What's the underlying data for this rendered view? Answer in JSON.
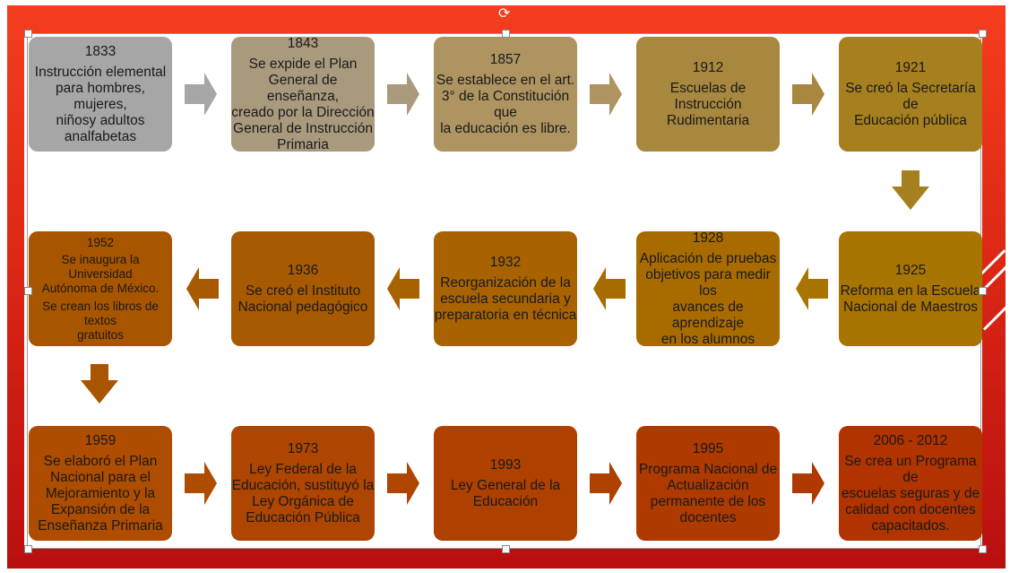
{
  "boxes": [
    {
      "year": "1833",
      "text": [
        "Instrucción elemental",
        "para hombres, mujeres,",
        "niñosy adultos",
        "analfabetas"
      ],
      "color": "#a6a6a6"
    },
    {
      "year": "1843",
      "text": [
        "Se expide el Plan",
        "General de enseñanza,",
        "creado por la Dirección",
        "General de Instrucción",
        "Primaria"
      ],
      "color": "#a99a7e"
    },
    {
      "year": "1857",
      "text": [
        "Se establece en el art.",
        "3° de la Constitución que",
        "la educación es libre."
      ],
      "color": "#ae9461"
    },
    {
      "year": "1912",
      "text": [
        "Escuelas de Instrucción",
        "Rudimentaria"
      ],
      "color": "#a8873f"
    },
    {
      "year": "1921",
      "text": [
        "Se creó la Secretaría de",
        "Educación pública"
      ],
      "color": "#a67f1f"
    },
    {
      "year": "1925",
      "text": [
        "Reforma en la Escuela",
        "Nacional de Maestros"
      ],
      "color": "#a87402"
    },
    {
      "year": "1928",
      "text": [
        "Aplicación de pruebas",
        "objetivos para medir los",
        "avances de aprendizaje",
        "en los alumnos"
      ],
      "color": "#a86b00"
    },
    {
      "year": "1932",
      "text": [
        "Reorganización de la",
        "escuela secundaria y",
        "preparatoria en técnica"
      ],
      "color": "#a86200"
    },
    {
      "year": "1936",
      "text": [
        "Se creó el Instituto",
        "Nacional pedagógico"
      ],
      "color": "#a85a00"
    },
    {
      "year": "1952",
      "text": [
        "Se inaugura la Universidad",
        "Autónoma de México.",
        "Se crean los libros de textos",
        "gratuitos"
      ],
      "color": "#a85500"
    },
    {
      "year": "1959",
      "text": [
        "Se elaboró el Plan",
        "Nacional para el",
        "Mejoramiento y la",
        "Expansión de la",
        "Enseñanza Primaria"
      ],
      "color": "#ae4c00"
    },
    {
      "year": "1973",
      "text": [
        "Ley Federal de la",
        "Educación, sustituyó la",
        "Ley Orgánica de",
        "Educación Pública"
      ],
      "color": "#ae4500"
    },
    {
      "year": "1993",
      "text": [
        "Ley General de la",
        "Educación"
      ],
      "color": "#ae4000"
    },
    {
      "year": "1995",
      "text": [
        "Programa Nacional de",
        "Actualización",
        "permanente de los",
        "docentes"
      ],
      "color": "#ae3a00"
    },
    {
      "year": "2006 - 2012",
      "text": [
        "Se crea un Programa de",
        "escuelas seguras y de",
        "calidad con docentes",
        "capacitados."
      ],
      "color": "#b03300"
    }
  ]
}
